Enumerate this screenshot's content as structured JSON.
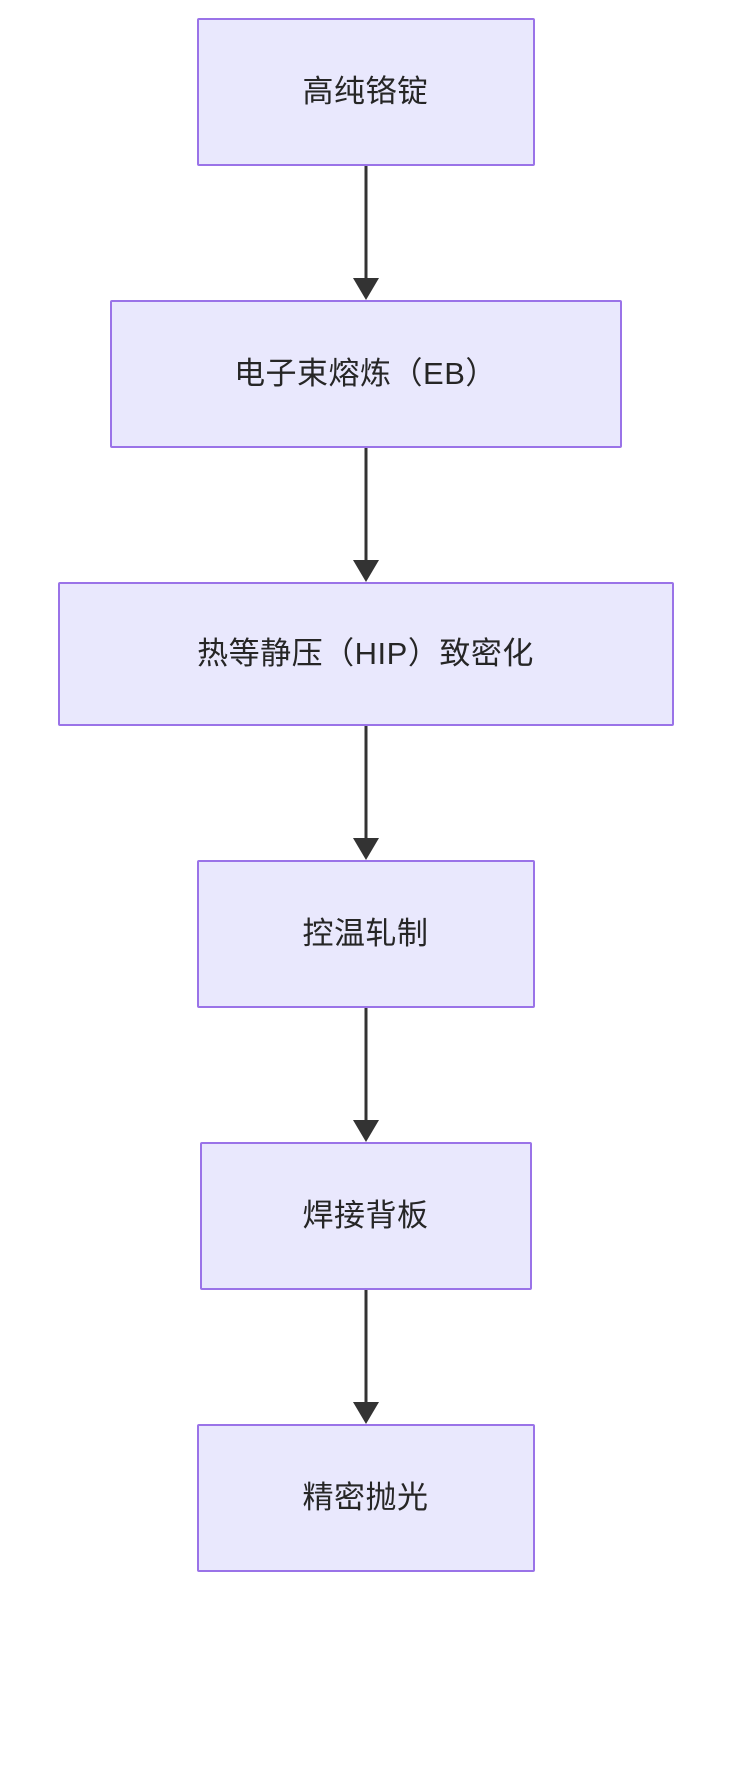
{
  "diagram": {
    "type": "flowchart",
    "orientation": "top-to-bottom",
    "theme": {
      "node_fill": "#e9e8fd",
      "node_border": "#9a73e8",
      "node_text": "#262626",
      "arrow_color": "#333333",
      "background": "#ffffff"
    },
    "nodes": [
      {
        "id": "n1",
        "label": "高纯铬锭"
      },
      {
        "id": "n2",
        "label": "电子束熔炼（EB）"
      },
      {
        "id": "n3",
        "label": "热等静压（HIP）致密化"
      },
      {
        "id": "n4",
        "label": "控温轧制"
      },
      {
        "id": "n5",
        "label": "焊接背板"
      },
      {
        "id": "n6",
        "label": "精密抛光"
      }
    ],
    "edges": [
      {
        "from": "n1",
        "to": "n2",
        "label": ""
      },
      {
        "from": "n2",
        "to": "n3",
        "label": ""
      },
      {
        "from": "n3",
        "to": "n4",
        "label": ""
      },
      {
        "from": "n4",
        "to": "n5",
        "label": ""
      },
      {
        "from": "n5",
        "to": "n6",
        "label": ""
      }
    ]
  }
}
